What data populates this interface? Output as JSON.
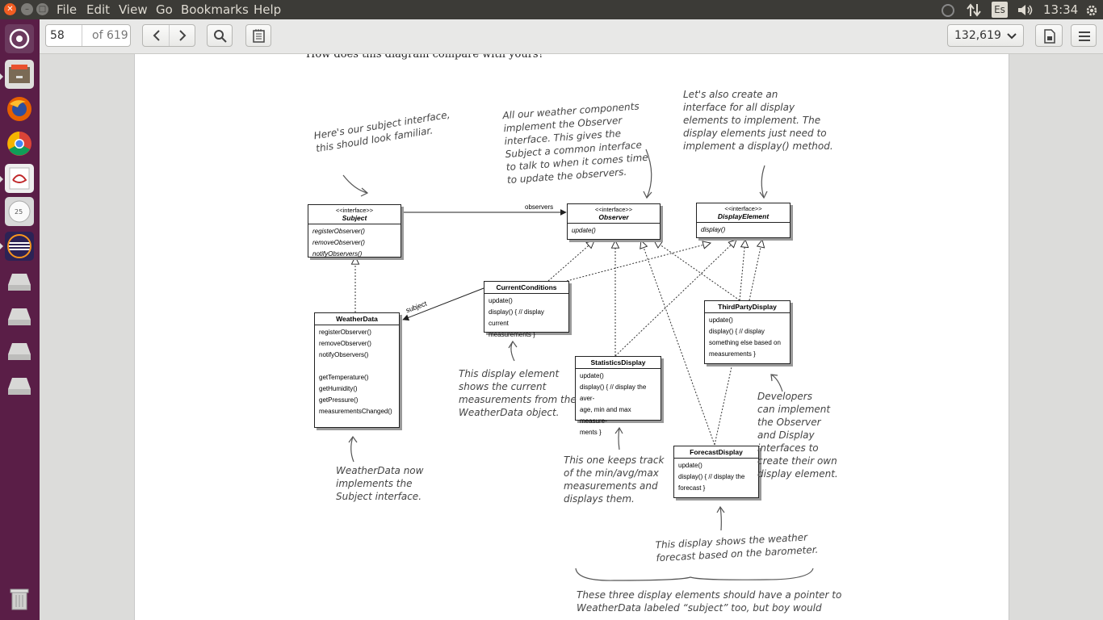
{
  "menubar": {
    "menus": [
      "File",
      "Edit",
      "View",
      "Go",
      "Bookmarks",
      "Help"
    ],
    "keyboard": "Es",
    "clock": "13:34"
  },
  "toolbar": {
    "page_number": "58",
    "page_total": "of 619",
    "zoom": "132,619"
  },
  "document": {
    "intro": "How does this diagram compare with yours?",
    "notes": {
      "subject_note": [
        "Here's our subject interface,",
        "this should look familiar."
      ],
      "observer_note": [
        "All our weather components",
        "implement the Observer",
        "interface. This gives the",
        "Subject a common interface",
        "to talk to when it comes time",
        "to update the observers."
      ],
      "display_note": [
        "Let's also create an",
        "interface for all display",
        "elements to implement. The",
        "display elements just need to",
        "implement a display() method."
      ],
      "current_note": [
        "This display element",
        "shows the current",
        "measurements from the",
        "WeatherData object."
      ],
      "weatherdata_note": [
        "WeatherData now",
        "implements the",
        "Subject interface."
      ],
      "stats_note": [
        "This one keeps track",
        "of the min/avg/max",
        "measurements and",
        "displays them."
      ],
      "developers_note": [
        "Developers",
        "can implement",
        "the Observer",
        "and Display",
        "interfaces to",
        "create their own",
        "display element."
      ],
      "forecast_note": [
        "This display shows the weather",
        "forecast based on the barometer."
      ],
      "bottom_note": [
        "These three display elements should have a pointer to",
        "WeatherData labeled “subject” too, but boy would"
      ]
    },
    "labels": {
      "observers": "observers",
      "subject": "subject"
    },
    "classes": {
      "subject": {
        "stereotype": "<<interface>>",
        "name": "Subject",
        "methods": [
          "registerObserver()",
          "removeObserver()",
          "notifyObservers()"
        ]
      },
      "observer": {
        "stereotype": "<<interface>>",
        "name": "Observer",
        "methods": [
          "update()"
        ]
      },
      "display_element": {
        "stereotype": "<<interface>>",
        "name": "DisplayElement",
        "methods": [
          "display()"
        ]
      },
      "weather_data": {
        "name": "WeatherData",
        "methods": [
          "registerObserver()",
          "removeObserver()",
          "notifyObservers()",
          "",
          "getTemperature()",
          "getHumidity()",
          "getPressure()",
          "measurementsChanged()"
        ]
      },
      "current_conditions": {
        "name": "CurrentConditions",
        "methods": [
          "update()",
          "display() { // display current",
          "measurements }"
        ]
      },
      "statistics_display": {
        "name": "StatisticsDisplay",
        "methods": [
          "update()",
          "display() { // display the aver-",
          "age, min and max measure-",
          "ments }"
        ]
      },
      "third_party_display": {
        "name": "ThirdPartyDisplay",
        "methods": [
          "update()",
          "display() { // display",
          "something else based on",
          "measurements }"
        ]
      },
      "forecast_display": {
        "name": "ForecastDisplay",
        "methods": [
          "update()",
          "display() { // display the",
          "forecast }"
        ]
      }
    }
  }
}
